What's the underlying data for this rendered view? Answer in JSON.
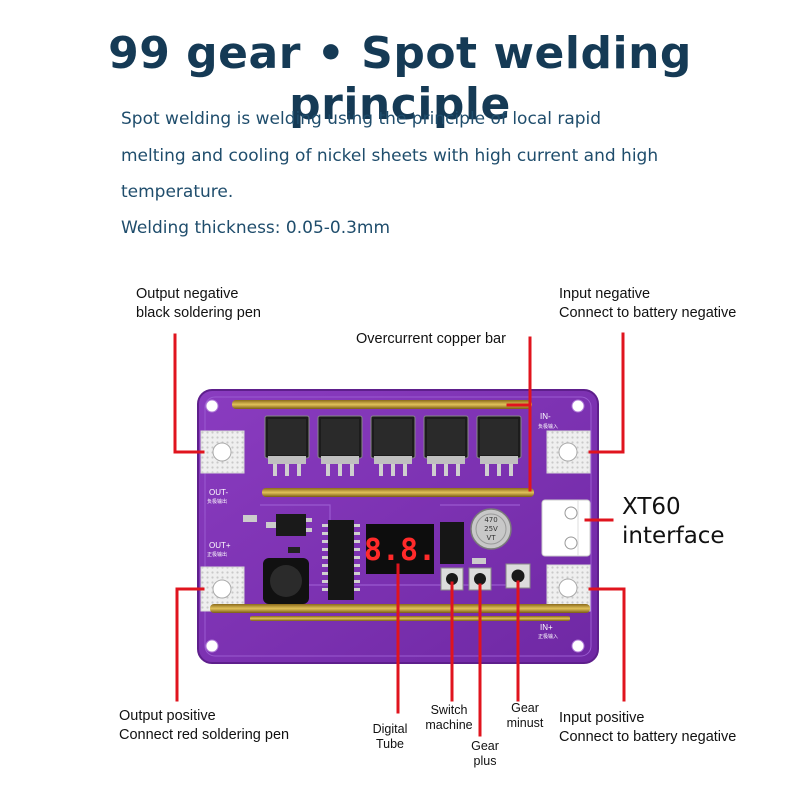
{
  "title": "99 gear • Spot welding principle",
  "description": {
    "line1": "Spot welding is welding using the principle of local rapid",
    "line2": "melting and cooling of nickel sheets with high current and high",
    "line3": "temperature.",
    "line4": "Welding thickness: 0.05-0.3mm"
  },
  "labels": {
    "output_negative": {
      "line1": "Output negative",
      "line2": "black soldering pen"
    },
    "overcurrent_bar": "Overcurrent copper bar",
    "input_negative": {
      "line1": "Input negative",
      "line2": "Connect to battery negative"
    },
    "xt60": {
      "line1": "XT60",
      "line2": "interface"
    },
    "output_positive": {
      "line1": "Output positive",
      "line2": "Connect red soldering pen"
    },
    "digital_tube": {
      "line1": "Digital",
      "line2": "Tube"
    },
    "switch_machine": {
      "line1": "Switch",
      "line2": "machine"
    },
    "gear_plus": {
      "line1": "Gear",
      "line2": "plus"
    },
    "gear_minus": {
      "line1": "Gear",
      "line2": "minust"
    },
    "input_positive": {
      "line1": "Input positive",
      "line2": "Connect to battery negative"
    }
  },
  "board": {
    "pcb_marks": {
      "in_neg": "IN-",
      "in_neg_cn": "负极输入",
      "out_neg": "OUT-",
      "out_neg_cn": "负极输出",
      "out_pos": "OUT+",
      "out_pos_cn": "正极输出",
      "in_pos": "IN+",
      "in_pos_cn": "正极输入"
    },
    "display_digits": "8.8.",
    "capacitor_marks": [
      "470",
      "25V",
      "VT"
    ]
  },
  "colors": {
    "title": "#153a55",
    "description": "#1f4d6c",
    "pcb": "#7b2fb0",
    "pcb_edge": "#5e1f8c",
    "leader": "#e0141e",
    "copper_bar": "#c8a23a",
    "display_segment": "#ff2a2a"
  },
  "icons": [
    "mosfet-icon",
    "capacitor-icon",
    "inductor-icon",
    "tact-switch-icon",
    "seven-segment-display-icon"
  ]
}
